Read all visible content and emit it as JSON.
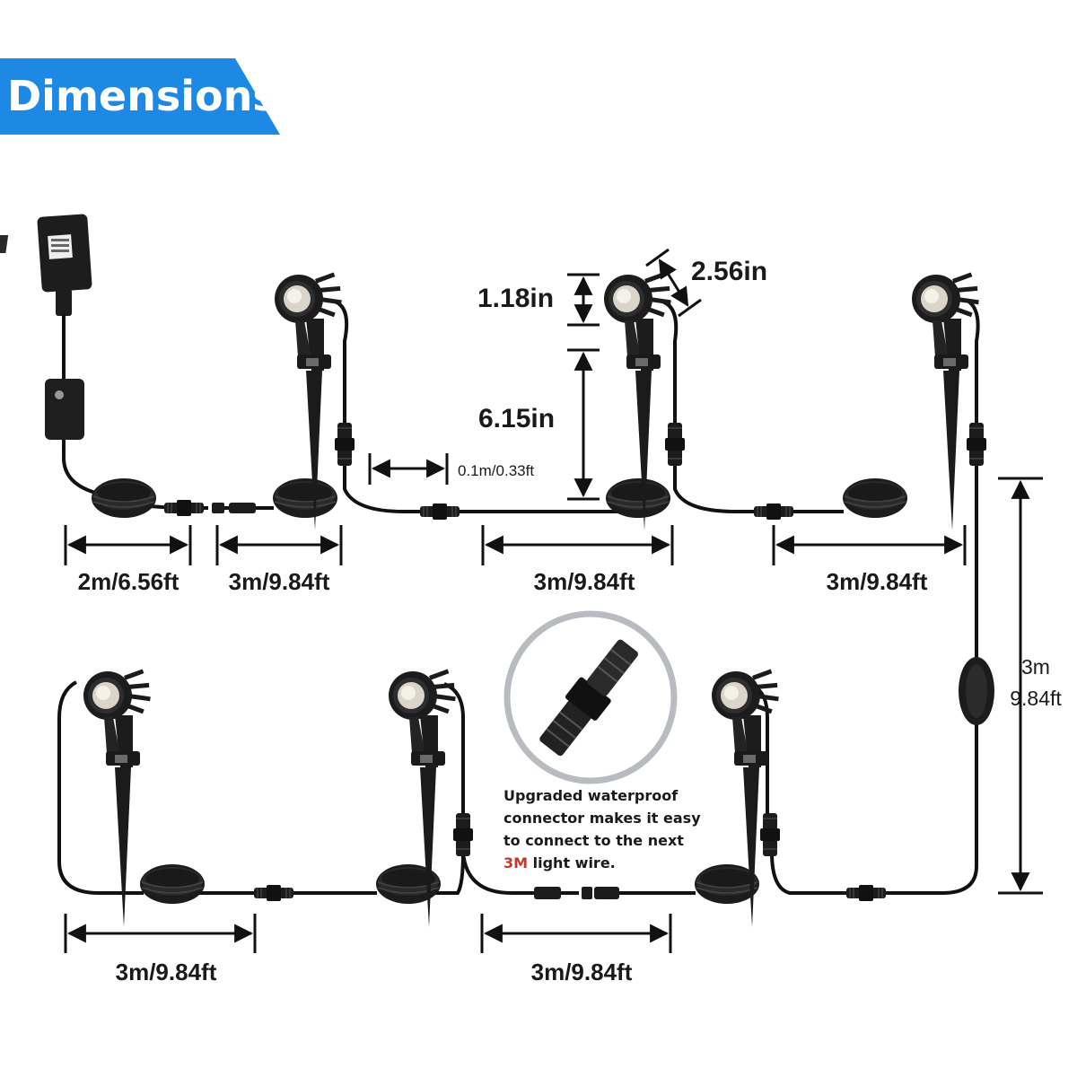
{
  "banner": {
    "title": "Dimensions",
    "color": "#1e88e5"
  },
  "dimensions": {
    "adapter_cable": "2m/6.56ft",
    "seg1": "3m/9.84ft",
    "seg2": "3m/9.84ft",
    "seg3": "3m/9.84ft",
    "seg4": "3m/9.84ft",
    "seg5": "3m/9.84ft",
    "gap": "0.1m/0.33ft",
    "light_head_height": "1.18in",
    "light_head_width": "2.56in",
    "stake_height": "6.15in",
    "vertical_line1": "3m",
    "vertical_line2": "9.84ft"
  },
  "callout": {
    "line1": "Upgraded waterproof",
    "line2": "connector makes it easy",
    "line3": "to connect to the next",
    "line4_highlight": "3M",
    "line4_rest": " light wire.",
    "highlight_color": "#c0392b"
  }
}
